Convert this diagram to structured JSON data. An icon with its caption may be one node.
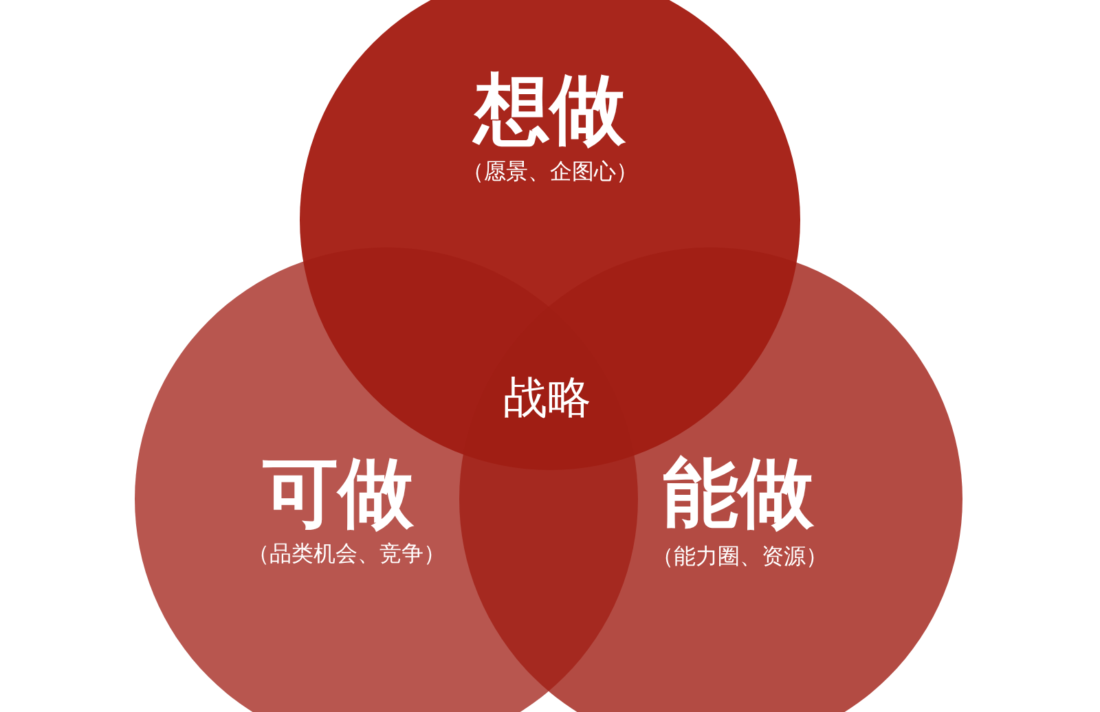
{
  "diagram": {
    "nodes": [
      {
        "text": [
          "想做",
          "（愿景、企图心）"
        ]
      },
      {
        "text": [
          "可做",
          "（品类机会、竞争）"
        ]
      },
      {
        "text": [
          "能做",
          "（能力圈、资源）"
        ]
      }
    ],
    "labels": [
      "战略"
    ]
  }
}
